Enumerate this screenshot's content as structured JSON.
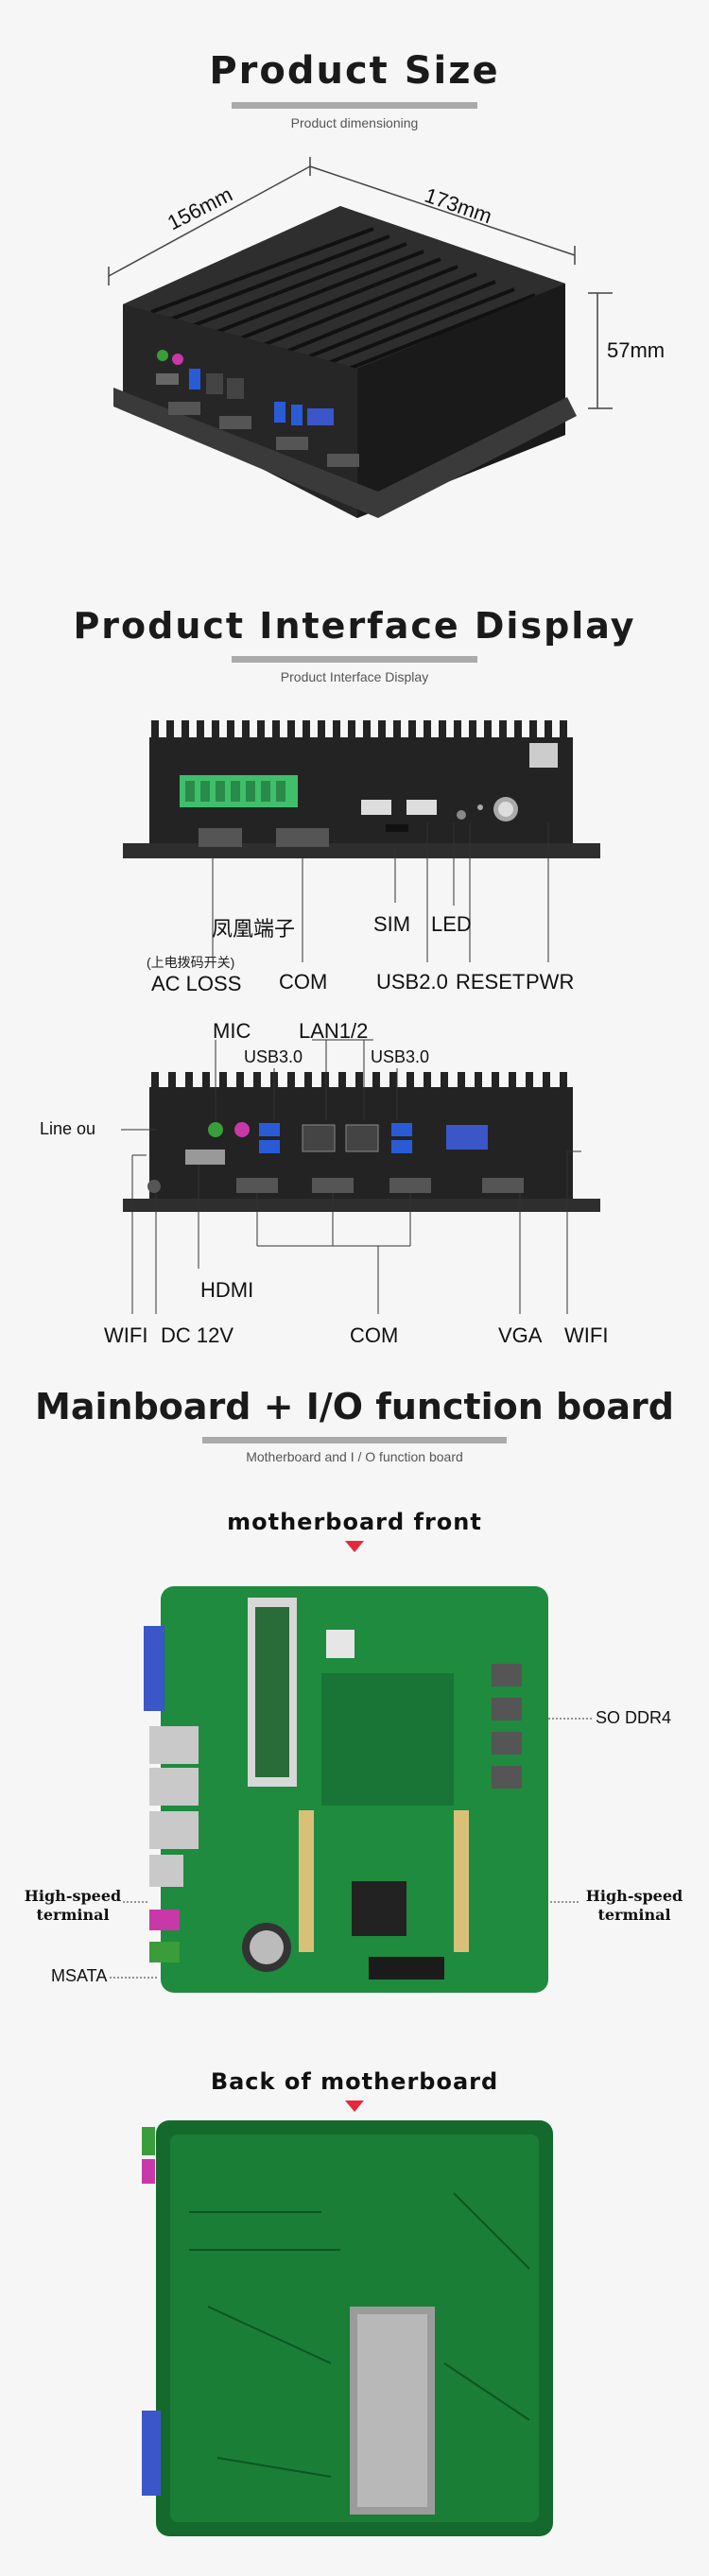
{
  "section1": {
    "title": "Product Size",
    "subtitle": "Product dimensioning",
    "dims": {
      "length": "156mm",
      "width": "173mm",
      "height": "57mm"
    }
  },
  "section2": {
    "title": "Product Interface Display",
    "subtitle": "Product Interface Display",
    "rear_labels": {
      "terminal": "凤凰端子",
      "switch_note": "(上电拨码开关)",
      "ac_loss": "AC LOSS",
      "com": "COM",
      "sim": "SIM",
      "led": "LED",
      "usb2": "USB2.0",
      "reset": "RESET",
      "pwr": "PWR"
    },
    "front_labels": {
      "mic": "MIC",
      "lan": "LAN1/2",
      "usb3_left": "USB3.0",
      "usb3_right": "USB3.0",
      "line_out": "Line ou",
      "wifi_left": "WIFI",
      "dc": "DC 12V",
      "hdmi": "HDMI",
      "com": "COM",
      "vga": "VGA",
      "wifi_right": "WIFI"
    }
  },
  "section3": {
    "title": "Mainboard + I/O function board",
    "subtitle": "Motherboard and I / O function board",
    "front_title": "motherboard front",
    "back_title": "Back of motherboard",
    "labels": {
      "so_ddr4": "SO DDR4",
      "hs_left": "High-speed\nterminal",
      "hs_right": "High-speed\nterminal",
      "msata": "MSATA"
    }
  },
  "colors": {
    "pcb": "#1e8b3e",
    "pcb_dark": "#146a2c",
    "case": "#262626",
    "accent": "#e8283a",
    "terminal": "#3fbf6a"
  }
}
